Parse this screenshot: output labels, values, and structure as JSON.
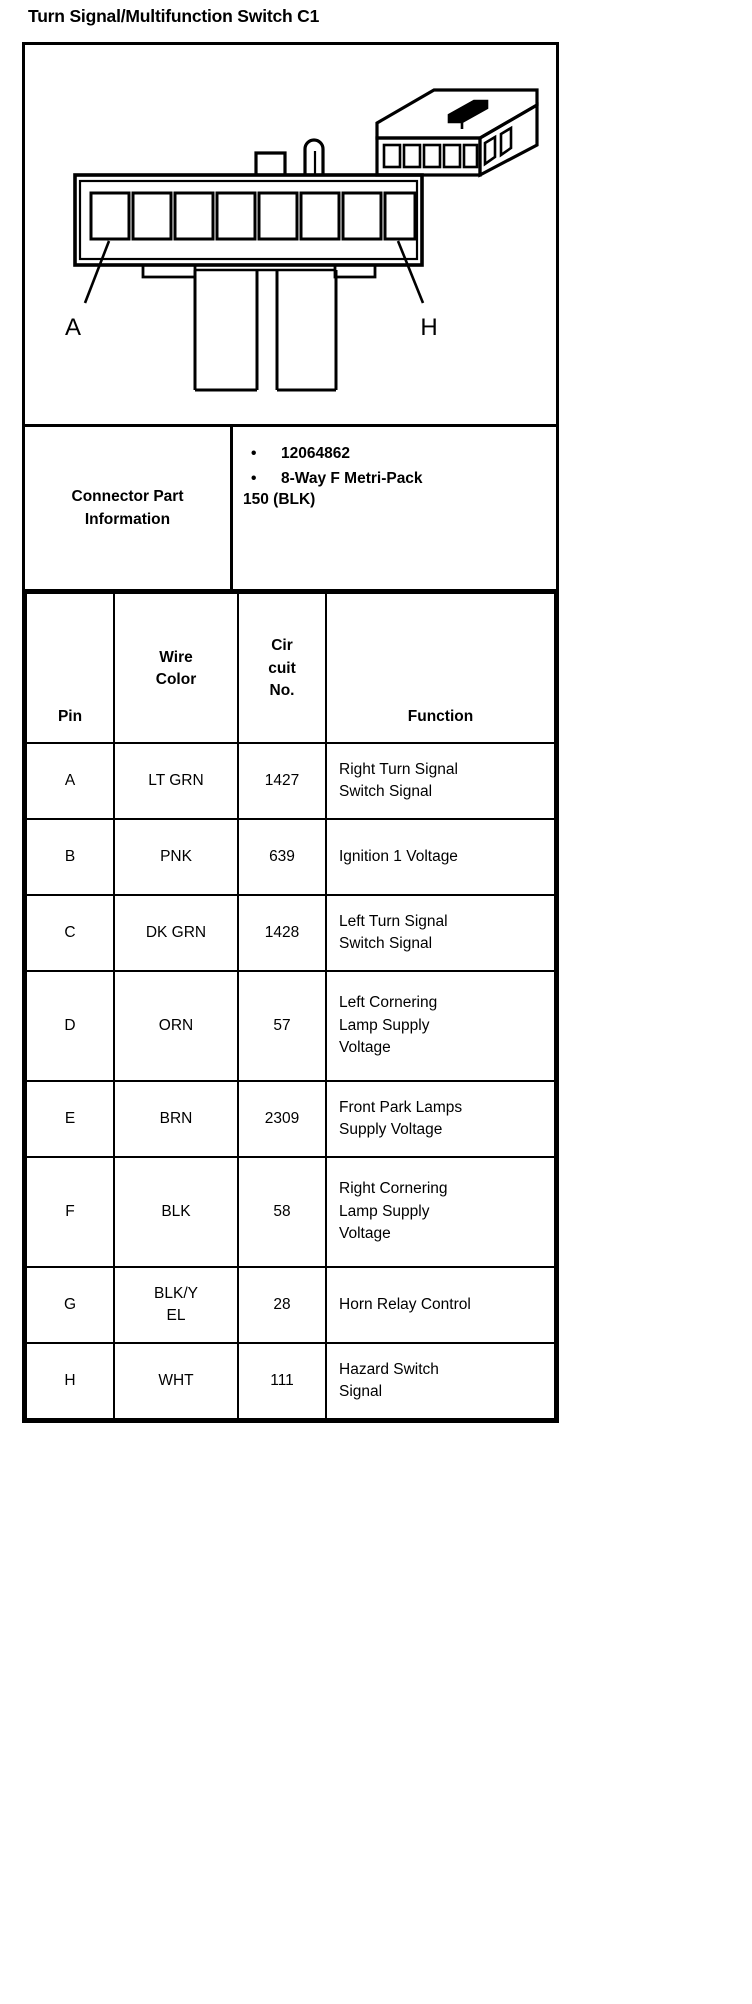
{
  "document": {
    "title": "Turn Signal/Multifunction Switch C1"
  },
  "illustration": {
    "pin_label_left": "A",
    "pin_label_right": "H",
    "cavity_count": 8,
    "description": "8-cavity connector face view with isometric connector body",
    "line_color": "#000000",
    "fill_color": "#ffffff"
  },
  "connector_part_information": {
    "label": "Connector Part\nInformation",
    "bullet_glyph": "•",
    "items": [
      "12064862",
      "8-Way F Metri-Pack"
    ],
    "continuation": "150 (BLK)"
  },
  "pin_table": {
    "headers": {
      "pin": "Pin",
      "wire_color": "Wire\nColor",
      "circuit_no": "Cir\ncuit\nNo.",
      "function": "Function"
    },
    "rows": [
      {
        "pin": "A",
        "wire_color": "LT GRN",
        "circuit_no": "1427",
        "function": "Right Turn Signal\nSwitch Signal",
        "height_class": "r-h2"
      },
      {
        "pin": "B",
        "wire_color": "PNK",
        "circuit_no": "639",
        "function": "Ignition 1 Voltage",
        "height_class": "r-h1"
      },
      {
        "pin": "C",
        "wire_color": "DK GRN",
        "circuit_no": "1428",
        "function": "Left Turn Signal\nSwitch Signal",
        "height_class": "r-h2"
      },
      {
        "pin": "D",
        "wire_color": "ORN",
        "circuit_no": "57",
        "function": "Left Cornering\nLamp Supply\nVoltage",
        "height_class": "r-h3"
      },
      {
        "pin": "E",
        "wire_color": "BRN",
        "circuit_no": "2309",
        "function": "Front Park Lamps\nSupply Voltage",
        "height_class": "r-h2"
      },
      {
        "pin": "F",
        "wire_color": "BLK",
        "circuit_no": "58",
        "function": "Right Cornering\nLamp Supply\nVoltage",
        "height_class": "r-h3"
      },
      {
        "pin": "G",
        "wire_color": "BLK/Y\nEL",
        "circuit_no": "28",
        "function": "Horn Relay Control",
        "height_class": "r-h2"
      },
      {
        "pin": "H",
        "wire_color": "WHT",
        "circuit_no": "111",
        "function": "Hazard Switch\nSignal",
        "height_class": "r-h2"
      }
    ]
  }
}
